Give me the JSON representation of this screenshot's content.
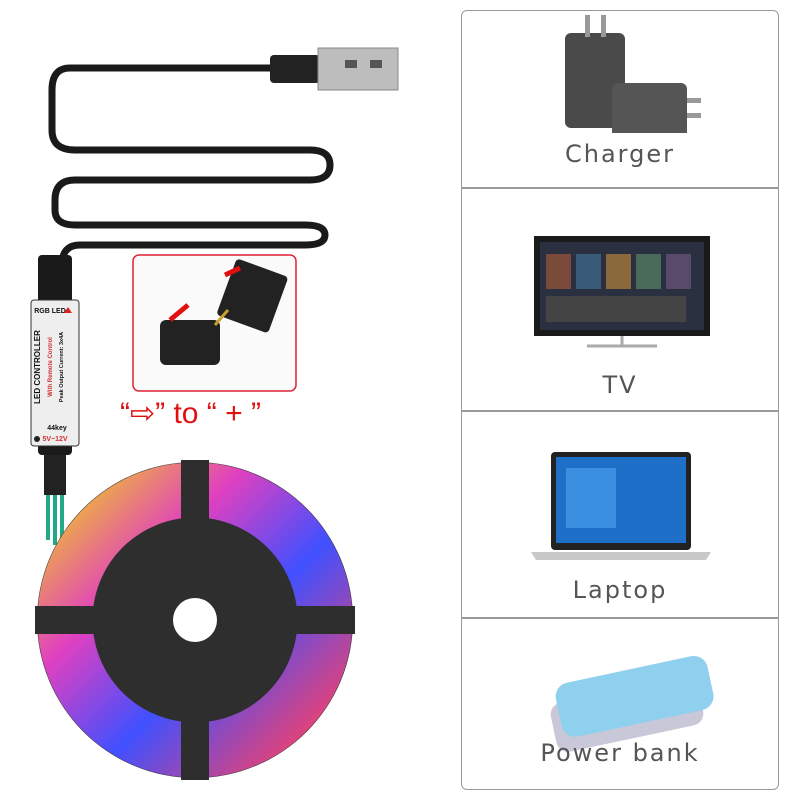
{
  "left": {
    "controller_text": [
      "RGB LED",
      "LED CONTROLLER",
      "With Remote Control",
      "Peak Output Current: 3x4A",
      "44key",
      "5V~12V"
    ],
    "inset_caption": "“⇨” to “ + ”"
  },
  "devices": [
    {
      "label": "Charger",
      "icon": "charger-icon"
    },
    {
      "label": "TV",
      "icon": "tv-icon"
    },
    {
      "label": "Laptop",
      "icon": "laptop-icon"
    },
    {
      "label": "Power bank",
      "icon": "power-bank-icon"
    }
  ],
  "colors": {
    "accent": "#e01010",
    "border": "#9a9a9a",
    "label": "#555555"
  }
}
